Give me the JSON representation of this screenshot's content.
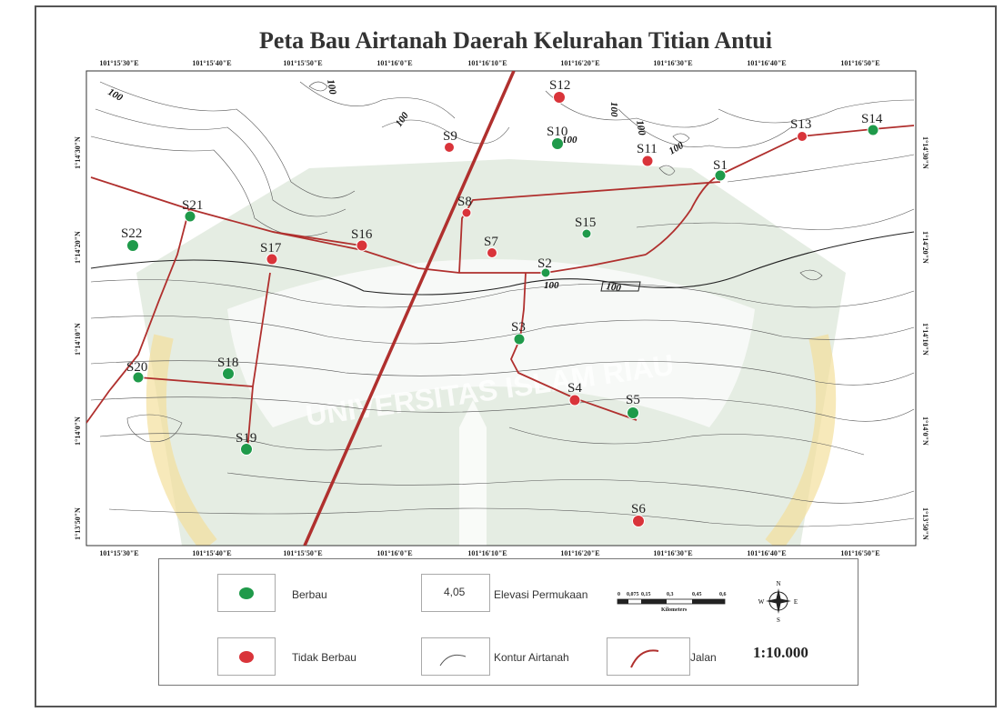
{
  "title": "Peta Bau Airtanah Daerah Kelurahan Titian Antui",
  "longitudes": [
    "101°15'30\"E",
    "101°15'40\"E",
    "101°15'50\"E",
    "101°16'0\"E",
    "101°16'10\"E",
    "101°16'20\"E",
    "101°16'30\"E",
    "101°16'40\"E",
    "101°16'50\"E"
  ],
  "latitudes": [
    "1°14'30\"N",
    "1°14'20\"N",
    "1°14'10\"N",
    "1°14'0\"N",
    "1°13'50\"N"
  ],
  "contour_labels": [
    "100",
    "100",
    "100",
    "100",
    "100",
    "100",
    "100",
    "100",
    "100"
  ],
  "sample_points": [
    {
      "id": "S1",
      "status": "Berbau"
    },
    {
      "id": "S2",
      "status": "Berbau"
    },
    {
      "id": "S3",
      "status": "Berbau"
    },
    {
      "id": "S4",
      "status": "Tidak Berbau"
    },
    {
      "id": "S5",
      "status": "Berbau"
    },
    {
      "id": "S6",
      "status": "Tidak Berbau"
    },
    {
      "id": "S7",
      "status": "Tidak Berbau"
    },
    {
      "id": "S8",
      "status": "Tidak Berbau"
    },
    {
      "id": "S9",
      "status": "Tidak Berbau"
    },
    {
      "id": "S10",
      "status": "Berbau"
    },
    {
      "id": "S11",
      "status": "Tidak Berbau"
    },
    {
      "id": "S12",
      "status": "Tidak Berbau"
    },
    {
      "id": "S13",
      "status": "Tidak Berbau"
    },
    {
      "id": "S14",
      "status": "Berbau"
    },
    {
      "id": "S15",
      "status": "Berbau"
    },
    {
      "id": "S16",
      "status": "Tidak Berbau"
    },
    {
      "id": "S17",
      "status": "Tidak Berbau"
    },
    {
      "id": "S18",
      "status": "Berbau"
    },
    {
      "id": "S19",
      "status": "Berbau"
    },
    {
      "id": "S20",
      "status": "Berbau"
    },
    {
      "id": "S21",
      "status": "Berbau"
    },
    {
      "id": "S22",
      "status": "Berbau"
    }
  ],
  "colors": {
    "berbau": "#1f9a4a",
    "tidak_berbau": "#d9343a",
    "road": "#b0302e",
    "contour": "#555555"
  },
  "watermark": "UNIVERSITAS ISLAM RIAU",
  "legend": {
    "berbau": "Berbau",
    "tidak_berbau": "Tidak Berbau",
    "elevasi_value": "4,05",
    "elevasi": "Elevasi Permukaan",
    "kontur": "Kontur Airtanah",
    "jalan": "Jalan",
    "scale_ticks": [
      "0",
      "0,075",
      "0,15",
      "0,3",
      "0,45",
      "0,6"
    ],
    "scale_unit": "Kilometers",
    "ratio": "1:10.000",
    "north": "N",
    "south": "S",
    "east": "E",
    "west": "W"
  }
}
